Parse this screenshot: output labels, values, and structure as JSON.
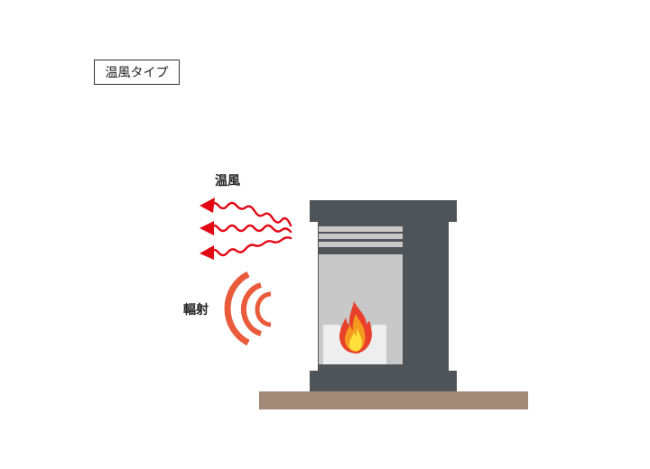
{
  "title": "温風タイプ",
  "labels": {
    "warm_air": "温風",
    "radiation": "輻射"
  },
  "colors": {
    "stove_body": "#4f5458",
    "stove_window": "#c8c8c8",
    "firebox_tray": "#eeeeee",
    "floor": "#a38a78",
    "warm_air_arrow": "#e30613",
    "radiation_arc": "#e95b3a",
    "flame_outer": "#e8402a",
    "flame_mid": "#f39a1f",
    "flame_inner": "#ffe03c"
  },
  "icons": {
    "warm_air_arrows": "wavy-arrow-left x3",
    "radiation_waves": "arc-waves x3",
    "flame": "fire-icon",
    "stove": "stove-illustration"
  }
}
